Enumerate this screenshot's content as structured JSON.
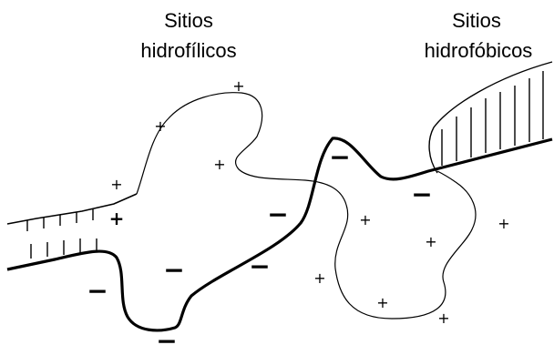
{
  "labels": {
    "hydrophilic_line1": "Sitios",
    "hydrophilic_line2": "hidrofílicos",
    "hydrophobic_line1": "Sitios",
    "hydrophobic_line2": "hidrofóbicos"
  },
  "charges": {
    "plus": "+",
    "minus": "−"
  }
}
